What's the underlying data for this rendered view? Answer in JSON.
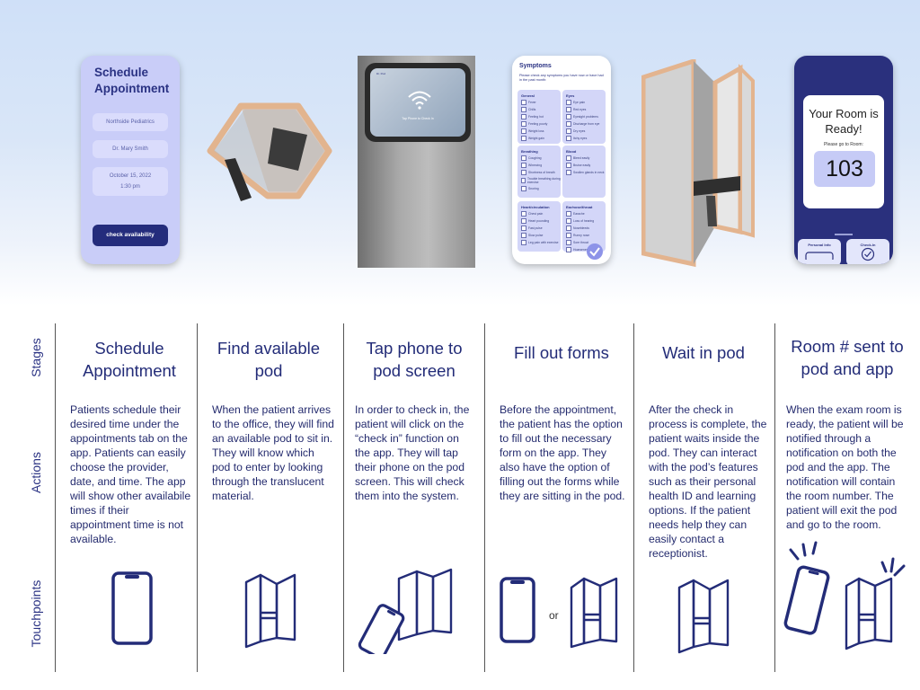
{
  "screens": {
    "schedule": {
      "title": "Schedule Appointment",
      "fields": [
        "Northside Pediatrics",
        "Dr. Mary Smith",
        "October 15, 2022",
        "1:30 pm"
      ],
      "button": "check availability"
    },
    "pod_screen": {
      "text": "Tap Phone to Check In",
      "logo": "Dr. Pod"
    },
    "forms": {
      "title": "Symptoms",
      "subtitle": "Please check any symptoms you have now or have had in the past month:",
      "sections": [
        {
          "heading": "General",
          "items": [
            "Fever",
            "Chills",
            "Feeling hot",
            "Feeling poorly",
            "Weight loss",
            "Weight gain"
          ]
        },
        {
          "heading": "Eyes",
          "items": [
            "Eye pain",
            "Red eyes",
            "Eyesight problems",
            "Discharge from eye",
            "Dry eyes",
            "Itchy eyes"
          ]
        },
        {
          "heading": "Breathing",
          "items": [
            "Coughing",
            "Wheezing",
            "Shortness of breath",
            "Trouble breathing during exercise",
            "Snoring"
          ]
        },
        {
          "heading": "Blood",
          "items": [
            "Bleed easily",
            "Bruise easily",
            "Swollen glands in neck"
          ]
        },
        {
          "heading": "Heart/circulation",
          "items": [
            "Chest pain",
            "Heart pounding",
            "Fast pulse",
            "Slow pulse",
            "Leg pain with exercise"
          ]
        },
        {
          "heading": "Ear/nose/throat",
          "items": [
            "Earache",
            "Loss of hearing",
            "Nosebleeds",
            "Runny nose",
            "Sore throat",
            "Hoarseness"
          ]
        }
      ]
    },
    "ready": {
      "title": "Your Room is Ready!",
      "subtitle": "Please go to Room:",
      "room": "103",
      "tabs": [
        "Personal Info",
        "Check-In"
      ]
    }
  },
  "row_labels": [
    "Stages",
    "Actions",
    "Touchpoints"
  ],
  "columns": [
    {
      "stage": "Schedule Appointment",
      "action": "Patients schedule their desired time under the appointments tab on the app. Patients can easily choose the provider, date, and time. The app will show other availabile times if their appointment time is not available."
    },
    {
      "stage": "Find available pod",
      "action": "When the patient arrives to the office, they will find an available pod to sit in. They will know which pod to enter by looking through the translucent material."
    },
    {
      "stage": "Tap phone to pod screen",
      "action": "In order to check in, the patient will click on the “check in” function on the app. They will tap their phone on the pod screen. This will check them into the system."
    },
    {
      "stage": "Fill out forms",
      "action": "Before the appointment, the patient has the option to fill out the necessary form on the app. They also have the option of filling out the forms while they are sitting in the pod."
    },
    {
      "stage": "Wait in pod",
      "action": "After the check in process is complete, the patient waits inside the pod. They can interact with the pod’s features such as their personal health ID and learning options. If the patient needs help they can easily contact a receptionist."
    },
    {
      "stage": "Room # sent to pod and app",
      "action": "When the exam room is ready, the patient will be notified through a notification on both the pod and the app. The notification will contain the room number. The patient will exit the pod and go to the room."
    }
  ],
  "or_label": "or",
  "colors": {
    "navy": "#232c78",
    "lavender": "#c9cdf8",
    "wood": "#e3b48f"
  }
}
